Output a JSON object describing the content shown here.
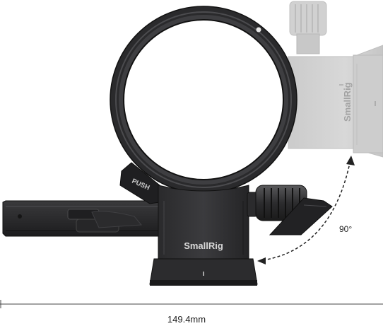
{
  "product": {
    "brand_main": "SmallRig",
    "brand_ghost": "SmallRig",
    "push_label": "PUSH"
  },
  "annotations": {
    "rotation_angle": "90°",
    "width_dimension": "149.4mm"
  }
}
